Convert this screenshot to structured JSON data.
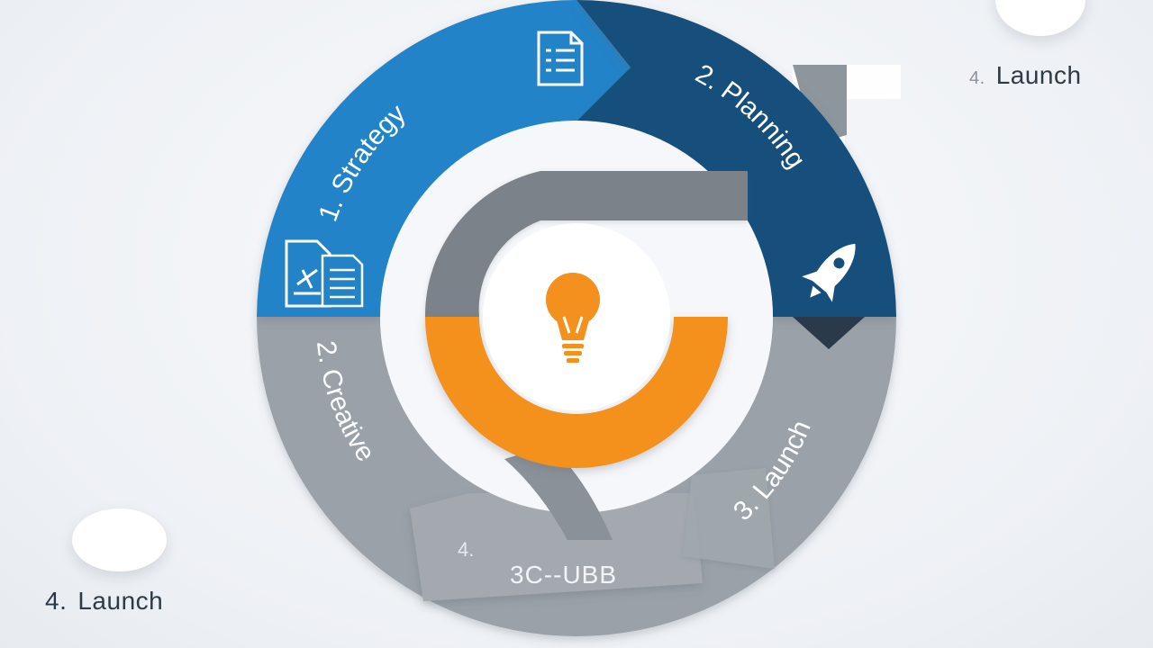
{
  "corner_labels": {
    "top_right": {
      "number": "4.",
      "text": "Launch"
    },
    "bottom_left": {
      "number": "4.",
      "text": "Launch"
    }
  },
  "segments": {
    "strategy": {
      "label": "1. Strategy",
      "color": "#2383c9",
      "icon": "document-list-icon"
    },
    "planning": {
      "label": "2. Planning",
      "color": "#154f7c",
      "icon": "rocket-icon"
    },
    "creative": {
      "label": "2. Creative",
      "color": "#9aa1a8"
    },
    "launch": {
      "label": "3. Launch",
      "color": "#9aa1a8"
    },
    "bottom": {
      "number": "4.",
      "text": "3C‐‐UBB",
      "color": "#a3a9af"
    }
  },
  "center": {
    "icon": "lightbulb-icon",
    "color": "#f4901e",
    "inner_color": "#ffffff"
  },
  "extra_icons": [
    "strategy-doc-icon",
    "chart-doc-icon"
  ]
}
